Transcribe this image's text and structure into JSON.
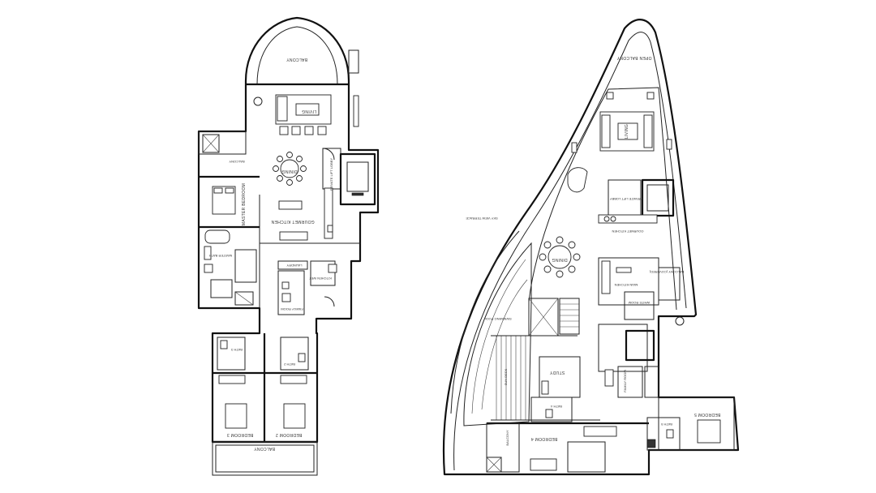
{
  "plan_left": {
    "balcony_top": "BALCONY",
    "living": "LIVING",
    "dining": "DINING",
    "private_lift_lobby": "PRIVATE LIFT LOBBY",
    "gourmet_kitchen": "GOURMET KITCHEN",
    "master_bedroom": "MASTER BEDROOM",
    "master_bath": "MASTER BATH",
    "balcony_left": "BALCONY",
    "laundry": "LAUNDRY",
    "kitchen_wet": "KITCHEN WET",
    "family_room": "FAMILY ROOM",
    "bedroom_2": "BEDROOM 2",
    "bedroom_3": "BEDROOM 3",
    "bath_2": "BATH 2",
    "bath_3": "BATH 3",
    "balcony_bottom": "BALCONY"
  },
  "plan_right": {
    "open_balcony": "OPEN BALCONY",
    "living": "LIVING",
    "dining": "DINING",
    "private_lift_lobby": "PRIVATE LIFT LOBBY",
    "gourmet_kitchen": "GOURMET KITCHEN",
    "main_kitchen": "MAIN KITCHEN",
    "balcony_covered": "BALCONY (COVERED)",
    "white_room": "WHITE ROOM",
    "study": "STUDY",
    "sun_deck": "SUN DECK",
    "swimming_pool": "SWIMMING POOL",
    "bath_4": "BATH 4",
    "bedroom_4": "BEDROOM 4",
    "balcony": "BALCONY",
    "bath_5": "BATH 5",
    "bedroom_5": "BEDROOM 5",
    "family_room": "FAMILY ROOM",
    "sky_view_terrace": "SKY VIEW TERRACE"
  }
}
